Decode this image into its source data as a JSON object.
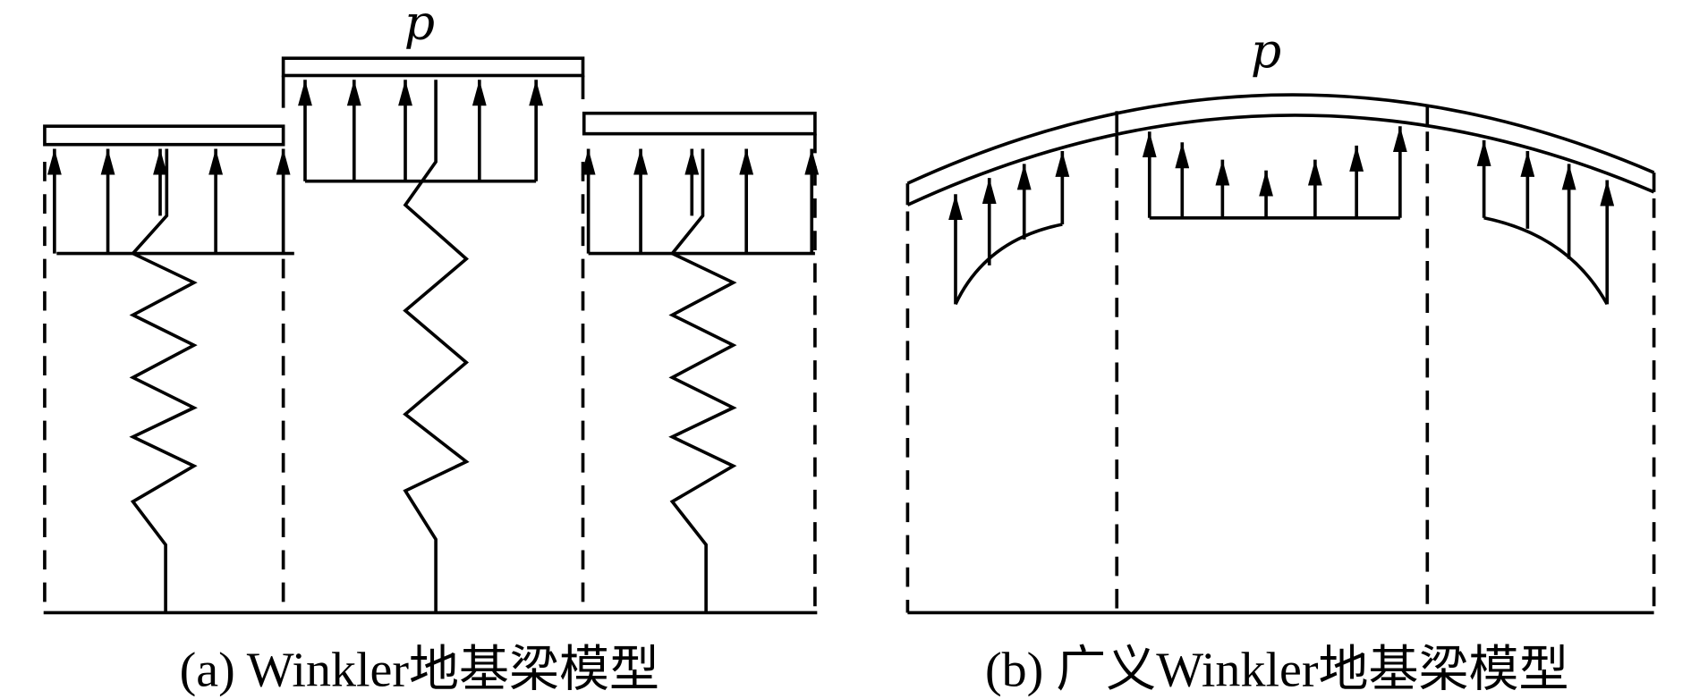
{
  "panels": [
    {
      "caption": "(a) Winkler地基梁模型",
      "load_label": "p"
    },
    {
      "caption": "(b) 广义Winkler地基梁模型",
      "load_label": "p"
    }
  ],
  "colors": {
    "stroke": "#000000",
    "background": "#ffffff"
  }
}
